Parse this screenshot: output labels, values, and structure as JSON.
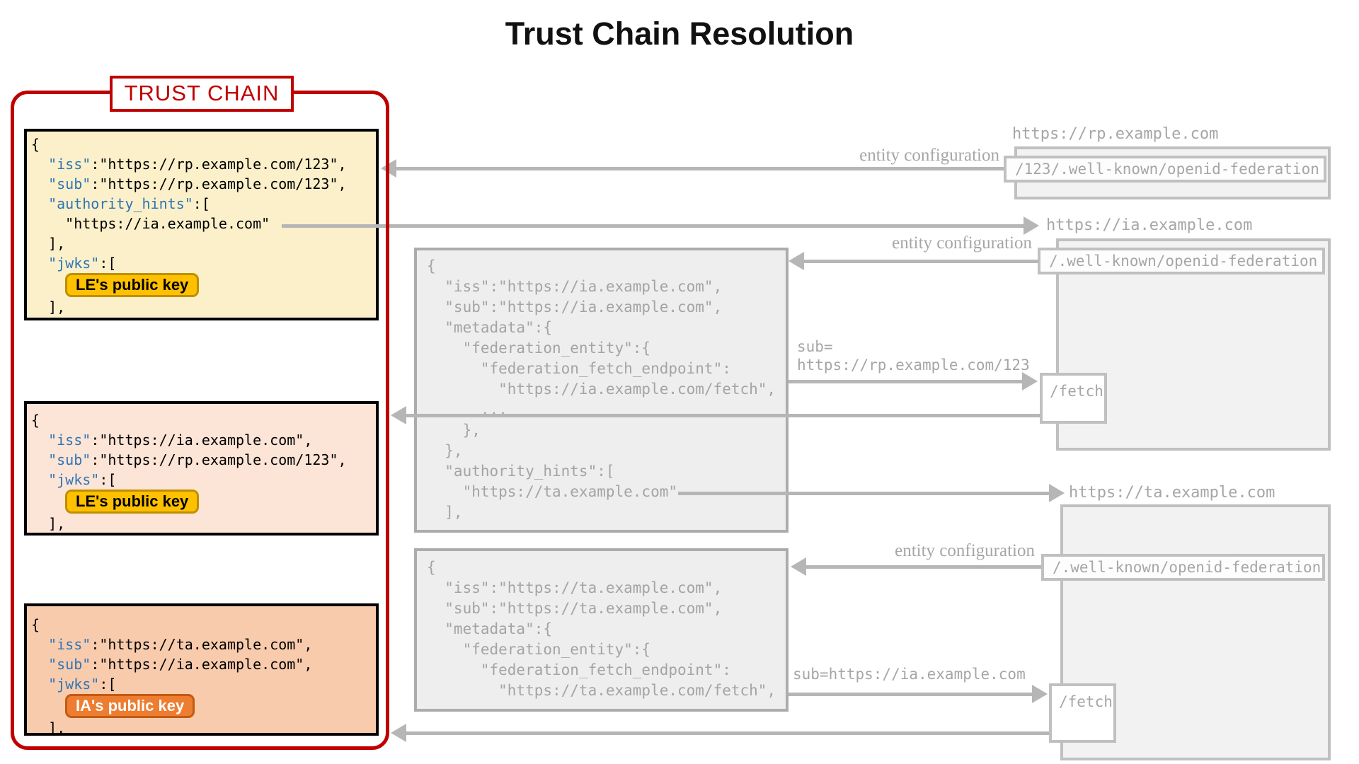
{
  "title": "Trust Chain Resolution",
  "trust_chain": {
    "label": "TRUST CHAIN",
    "blocks": [
      {
        "id": "rp-entity-configuration-statement",
        "palette": "yellow",
        "lines": [
          "{",
          "  \"iss\":\"https://rp.example.com/123\",",
          "  \"sub\":\"https://rp.example.com/123\",",
          "  \"authority_hints\":[",
          "    \"https://ia.example.com\"",
          "  ],",
          "  \"jwks\":[",
          {
            "badge": "LE's public key",
            "style": "gold"
          },
          "  ],"
        ]
      },
      {
        "id": "ia-subordinate-statement-about-rp",
        "palette": "pink",
        "lines": [
          "{",
          "  \"iss\":\"https://ia.example.com\",",
          "  \"sub\":\"https://rp.example.com/123\",",
          "  \"jwks\":[",
          {
            "badge": "LE's public key",
            "style": "gold"
          },
          "  ],"
        ]
      },
      {
        "id": "ta-subordinate-statement-about-ia",
        "palette": "orange",
        "lines": [
          "{",
          "  \"iss\":\"https://ta.example.com\",",
          "  \"sub\":\"https://ia.example.com\",",
          "  \"jwks\":[",
          {
            "badge": "IA's public key",
            "style": "orangeBadge"
          },
          "  ],"
        ]
      }
    ]
  },
  "gray_statements": [
    {
      "id": "ia-entity-configuration-statement",
      "lines": [
        "{",
        "  \"iss\":\"https://ia.example.com\",",
        "  \"sub\":\"https://ia.example.com\",",
        "  \"metadata\":{",
        "    \"federation_entity\":{",
        "      \"federation_fetch_endpoint\":",
        "        \"https://ia.example.com/fetch\",",
        "      ...",
        "    },",
        "  },",
        "  \"authority_hints\":[",
        "    \"https://ta.example.com\"",
        "  ],"
      ]
    },
    {
      "id": "ta-entity-configuration-statement",
      "lines": [
        "{",
        "  \"iss\":\"https://ta.example.com\",",
        "  \"sub\":\"https://ta.example.com\",",
        "  \"metadata\":{",
        "    \"federation_entity\":{",
        "      \"federation_fetch_endpoint\":",
        "        \"https://ta.example.com/fetch\","
      ]
    }
  ],
  "entities": {
    "rp": {
      "url": "https://rp.example.com",
      "well_known": "/123/.well-known/openid-federation"
    },
    "ia": {
      "url": "https://ia.example.com",
      "well_known": "/.well-known/openid-federation",
      "fetch_path": "/fetch"
    },
    "ta": {
      "url": "https://ta.example.com",
      "well_known": "/.well-known/openid-federation",
      "fetch_path": "/fetch"
    }
  },
  "annotations": {
    "entity_configuration": "entity configuration",
    "sub_rp_line1": "sub=",
    "sub_rp_line2": "https://rp.example.com/123",
    "sub_ia": "sub=https://ia.example.com"
  },
  "colors": {
    "red": "#C00000",
    "key_blue": "#2E75B6",
    "block_yellow": "#FBF0C9",
    "block_pink": "#FCE4D6",
    "block_orange": "#F8CBAD",
    "badge_gold": "#FFC000",
    "badge_gold_border": "#BF8F00",
    "badge_orange": "#ED7D31",
    "badge_orange_border": "#C45911",
    "gray_text": "#A6A6A6",
    "arrow_gray": "#B6B6B6"
  }
}
